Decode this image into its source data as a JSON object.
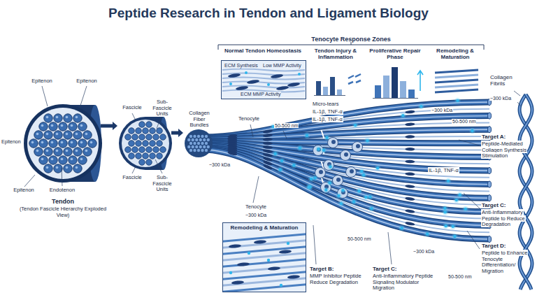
{
  "diagram": {
    "title": "Peptide Research in Tendon and Ligament Biology",
    "nodes": [
      {
        "text": [
          "Tenocyte Response Zones"
        ]
      },
      {
        "text": [
          "Normal Tendon Homeostasis"
        ],
        "in": 0
      },
      {
        "text": [
          "Tendon Injury & Inflammation"
        ],
        "in": 0
      },
      {
        "text": [
          "Proliferative Repair Phase"
        ],
        "in": 0
      },
      {
        "text": [
          "Remodeling & Maturation"
        ],
        "in": 0
      },
      {
        "text": [
          "ECM Synthesis",
          "Low MMP Activity",
          "ECM MMP Activity"
        ],
        "in": 1
      },
      {
        "text": [
          "Remodeling & Maturation"
        ]
      }
    ],
    "labels": [
      "Epitenon",
      "Epitenon",
      "Epitenon",
      "Epitenon",
      "Endotenon",
      "Tendon",
      "(Tendon Fascicle Hierarchy Exploded View)",
      "Fascicle",
      "Sub-Fascicle Units",
      "Fascicle",
      "Sub-Fascicle Units",
      "Collagen Fiber Bundles",
      "~300 kDa",
      "Tenocyte",
      "50-500 nm",
      "Micro-tears",
      "IL-1β, TNF-α",
      "IL-1β, TNF-α",
      "Tenocyte",
      "~300 kDa",
      "~300 kDa",
      "50-500 nm",
      "~300 kDa",
      "Collagen Fibrils",
      "IL-1β, TNF-α",
      "~300 kDa",
      "50-500 nm",
      "50-500 nm",
      "Target A:",
      "Peptide-Mediated Collagen Synthesis Stimulation",
      "Target B:",
      "MMP Inhibitor Peptide Reduce Degradation",
      "Target C:",
      "Anti-Inflammatory Peptide Signaling Modulator Migration",
      "Target C:",
      "Anti-Inflammatory Peptide to Reduce Degradation",
      "Target D:",
      "Peptide to Enhance Tenocyte Differentiation/ Migration"
    ]
  }
}
